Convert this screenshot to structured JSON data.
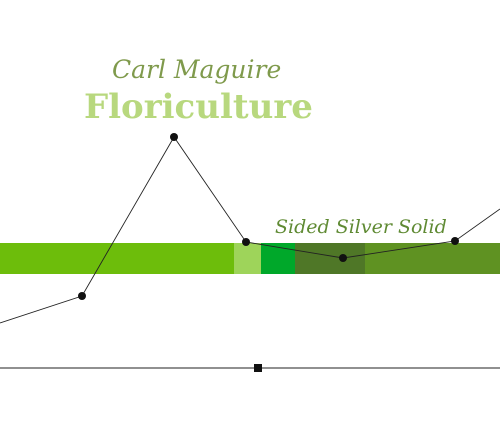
{
  "cover": {
    "artist": "Carl Maguire",
    "title": "Floriculture",
    "subtitle": "Sided Silver Solid"
  },
  "colors": {
    "background": "#ffffff",
    "artist_text": "#7f9a4c",
    "title_text": "#b8d87e",
    "subtitle_text": "#5f8a33",
    "band_main": "#6dbd0b",
    "band_light": "#9ed45a",
    "band_bright": "#00a82a",
    "band_dark": "#4f7727",
    "band_olive": "#5f9222",
    "line": "#222222",
    "marker": "#111111"
  },
  "icons": {
    "marker": "black-dot-icon",
    "square_marker": "black-square-icon"
  }
}
